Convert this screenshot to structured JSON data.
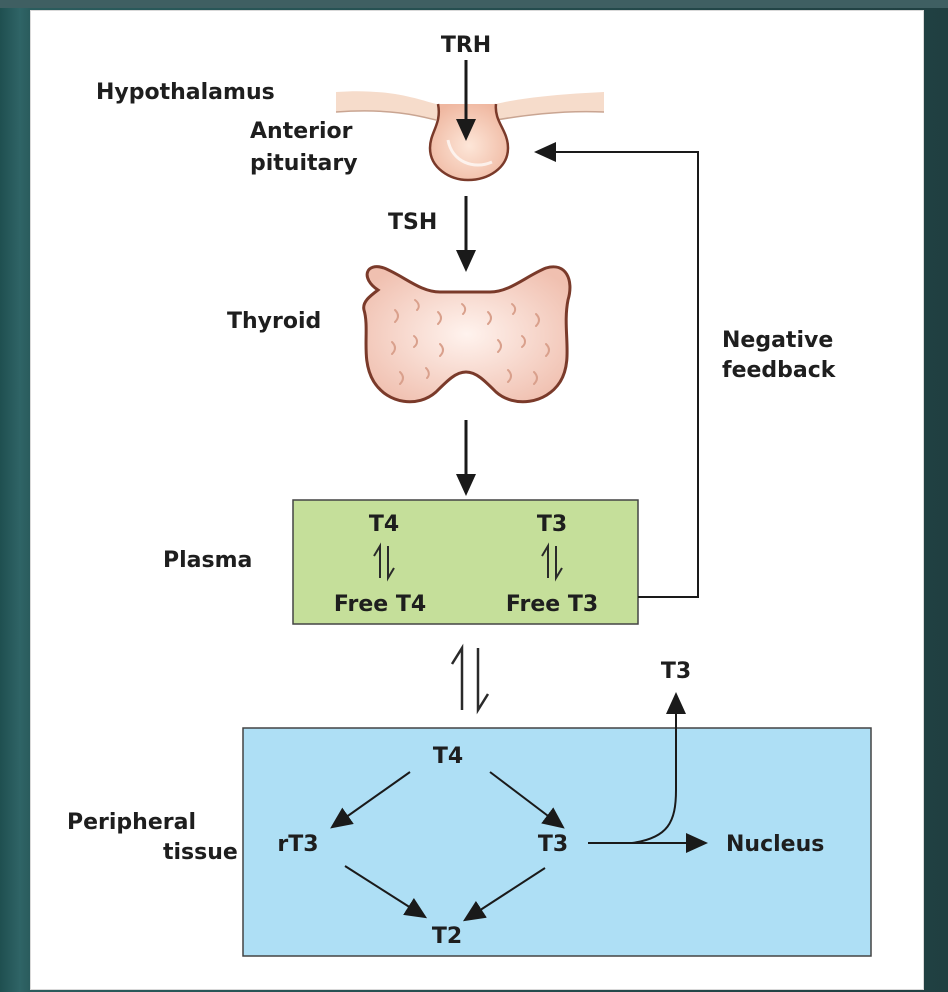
{
  "labels": {
    "trh": "TRH",
    "hypothalamus": "Hypothalamus",
    "anterior": "Anterior",
    "pituitary": "pituitary",
    "tsh": "TSH",
    "thyroid": "Thyroid",
    "negative": "Negative",
    "feedback": "feedback",
    "plasma": "Plasma",
    "plasma_t4": "T4",
    "plasma_t3": "T3",
    "free_t4": "Free T4",
    "free_t3": "Free T3",
    "exported_t3": "T3",
    "peripheral": "Peripheral",
    "tissue": "tissue",
    "tissue_t4": "T4",
    "rt3": "rT3",
    "tissue_t3": "T3",
    "nucleus": "Nucleus",
    "t2": "T2"
  },
  "colors": {
    "plasma_box": "#c5df9a",
    "tissue_box": "#aedff5",
    "gland_fill": "#f3cbb6",
    "gland_outline": "#7a3a2a",
    "hypothalamus_band": "#f6dccb",
    "arrow": "#1a1a1a"
  }
}
